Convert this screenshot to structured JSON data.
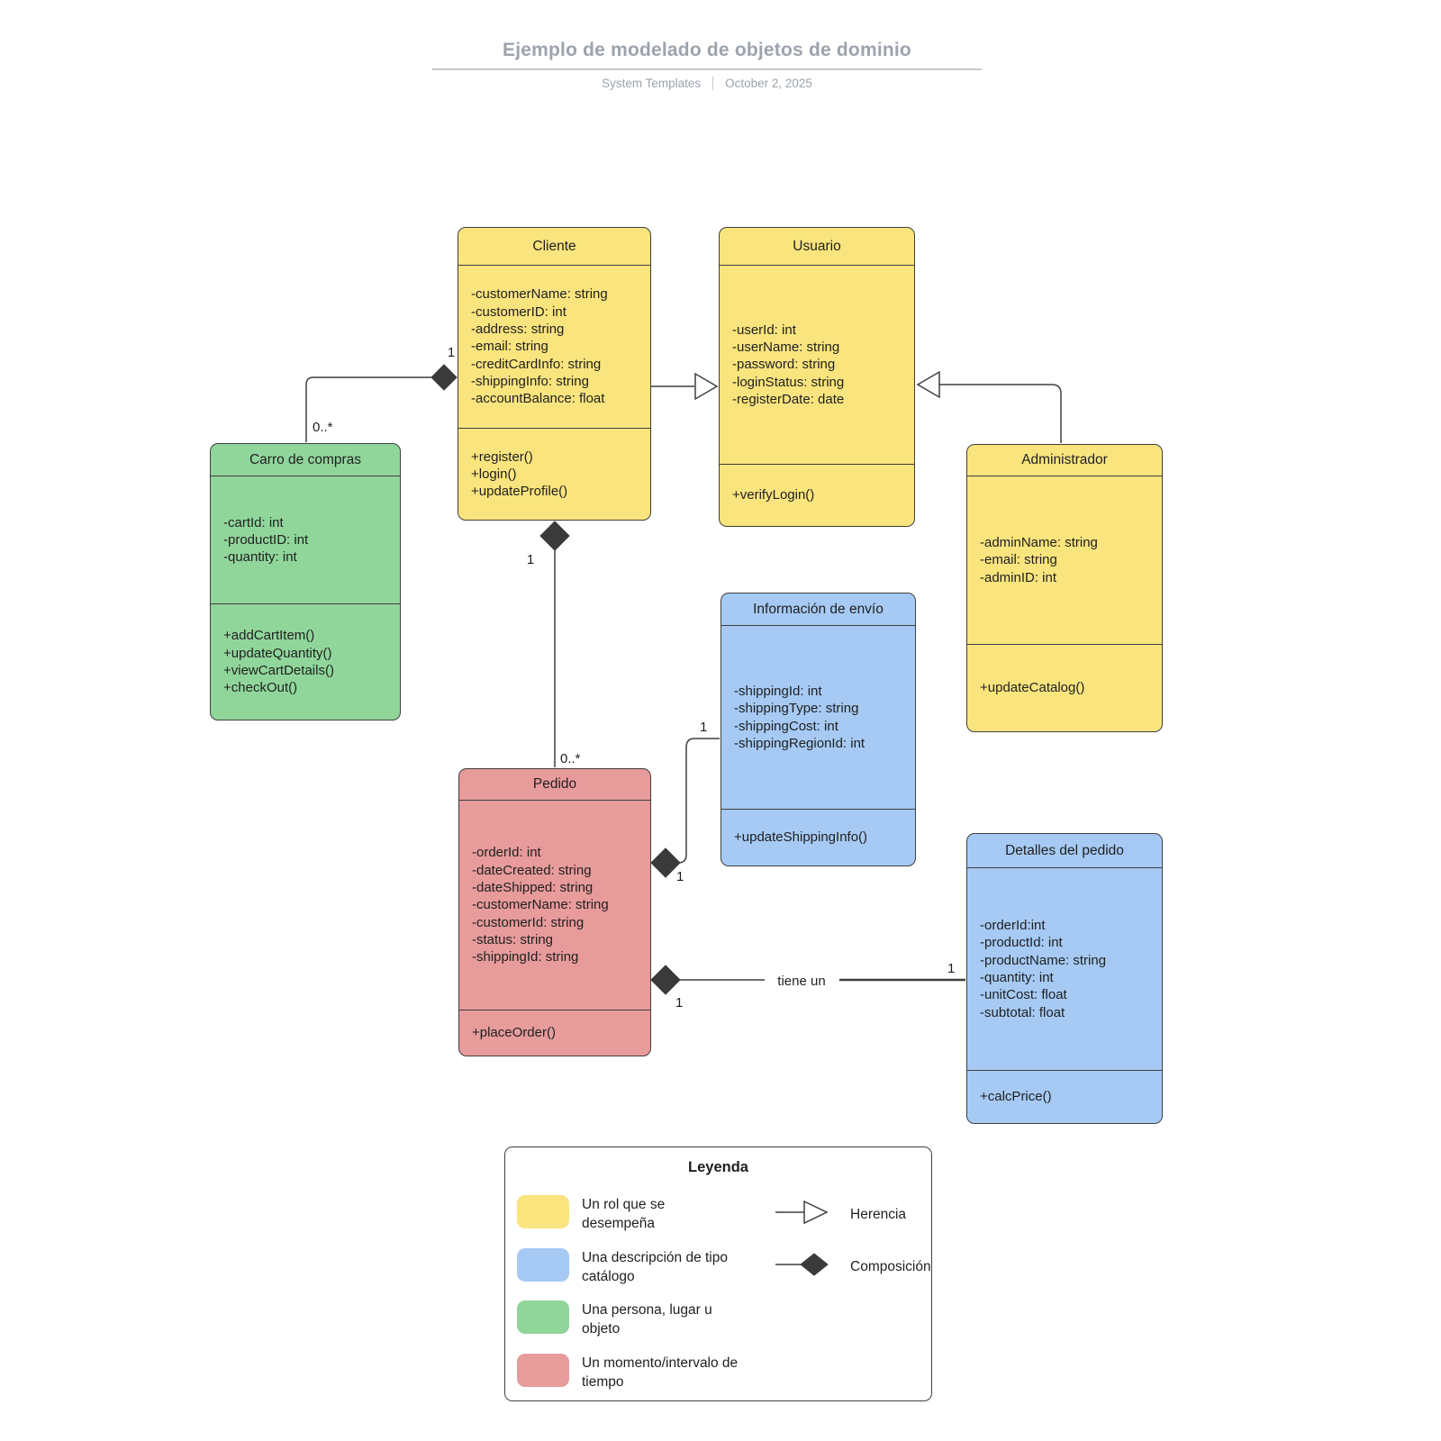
{
  "header": {
    "title": "Ejemplo de modelado de objetos de dominio",
    "author": "System Templates",
    "date": "October 2, 2025"
  },
  "classes": [
    {
      "name": "Cliente",
      "color": "#F9E47E",
      "attributes": [
        "-customerName: string",
        "-customerID: int",
        "-address: string",
        "-email: string",
        "-creditCardInfo: string",
        "-shippingInfo: string",
        "-accountBalance: float"
      ],
      "methods": [
        "+register()",
        "+login()",
        "+updateProfile()"
      ]
    },
    {
      "name": "Usuario",
      "color": "#F9E47E",
      "attributes": [
        "-userId: int",
        "-userName: string",
        "-password: string",
        "-loginStatus: string",
        "-registerDate: date"
      ],
      "methods": [
        "+verifyLogin()"
      ]
    },
    {
      "name": "Administrador",
      "color": "#F9E47E",
      "attributes": [
        "-adminName: string",
        "-email: string",
        "-adminID: int"
      ],
      "methods": [
        "+updateCatalog()"
      ]
    },
    {
      "name": "Carro de compras",
      "color": "#90D69B",
      "attributes": [
        "-cartId: int",
        "-productID: int",
        "-quantity: int"
      ],
      "methods": [
        "+addCartItem()",
        "+updateQuantity()",
        "+viewCartDetails()",
        "+checkOut()"
      ]
    },
    {
      "name": "Información de envío",
      "color": "#A6CAF4",
      "attributes": [
        "-shippingId: int",
        "-shippingType: string",
        "-shippingCost: int",
        "-shippingRegionId: int"
      ],
      "methods": [
        "+updateShippingInfo()"
      ]
    },
    {
      "name": "Pedido",
      "color": "#E89B9B",
      "attributes": [
        "-orderId: int",
        "-dateCreated: string",
        "-dateShipped: string",
        "-customerName: string",
        "-customerId: string",
        "-status: string",
        "-shippingId: string"
      ],
      "methods": [
        "+placeOrder()"
      ]
    },
    {
      "name": "Detalles del pedido",
      "color": "#A6CAF4",
      "attributes": [
        "-orderId:int",
        "-productId: int",
        "-productName: string",
        "-quantity: int",
        "-unitCost: float",
        "-subtotal: float"
      ],
      "methods": [
        "+calcPrice()"
      ]
    }
  ],
  "relationships": [
    {
      "type": "composition",
      "from": "Cliente",
      "to": "Carro de compras",
      "from_label": "1",
      "to_label": "0..*"
    },
    {
      "type": "inheritance",
      "from": "Cliente",
      "to": "Usuario"
    },
    {
      "type": "inheritance",
      "from": "Administrador",
      "to": "Usuario"
    },
    {
      "type": "composition",
      "from": "Cliente",
      "to": "Pedido",
      "from_label": "1",
      "to_label": "0..*"
    },
    {
      "type": "composition",
      "from": "Pedido",
      "to": "Información de envío",
      "from_label": "1",
      "to_label": "1"
    },
    {
      "type": "composition",
      "from": "Pedido",
      "to": "Detalles del pedido",
      "name": "tiene un",
      "from_label": "1",
      "to_label": "1"
    }
  ],
  "legend": {
    "title": "Leyenda",
    "items": [
      {
        "color": "#F9E47E",
        "label": "Un rol que se desempeña",
        "lines": [
          "Un rol que se",
          "desempeña"
        ]
      },
      {
        "color": "#A6CAF4",
        "label": "Una descripción de tipo catálogo",
        "lines": [
          "Una descripción de tipo",
          "catálogo"
        ]
      },
      {
        "color": "#90D69B",
        "label": "Una persona, lugar u objeto",
        "lines": [
          "Una persona, lugar u",
          "objeto"
        ]
      },
      {
        "color": "#E89B9B",
        "label": "Un momento/intervalo de tiempo",
        "lines": [
          "Un momento/intervalo de",
          "tiempo"
        ]
      }
    ],
    "symbols": [
      {
        "icon": "inheritance-arrow",
        "label": "Herencia"
      },
      {
        "icon": "composition-diamond",
        "label": "Composición"
      }
    ]
  },
  "palette": {
    "role_yellow": "#F9E47E",
    "catalog_blue": "#A6CAF4",
    "entity_green": "#90D69B",
    "time_red": "#E89B9B",
    "line_dark": "#3F3F3F",
    "heading_gray": "#9CA3AD"
  }
}
